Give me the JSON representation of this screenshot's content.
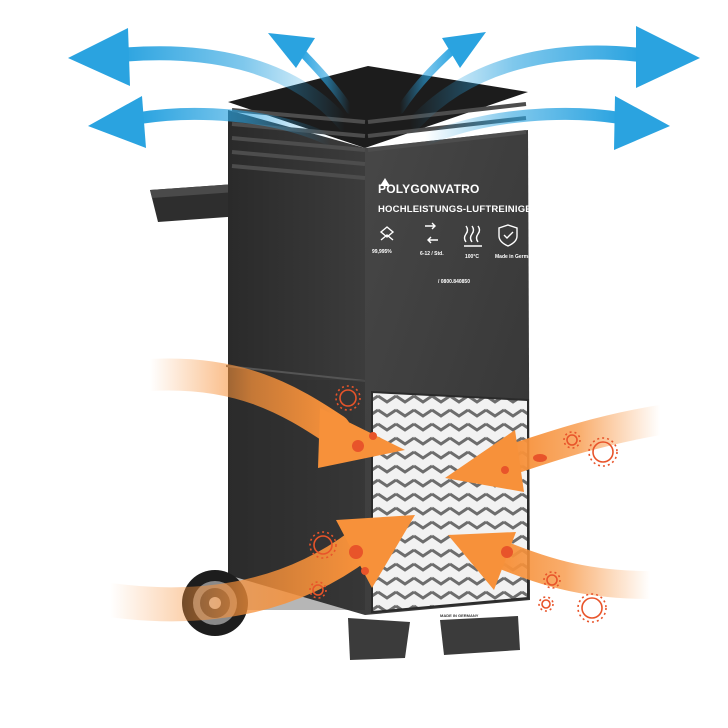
{
  "product": {
    "brand": "POLYGONVATRO",
    "title": "HOCHLEISTUNGS-LUFTREINIGER",
    "features": [
      {
        "icon": "filter-icon",
        "value": "99,995%"
      },
      {
        "icon": "air-exchange-icon",
        "value": "6-12 / Std."
      },
      {
        "icon": "heat-icon",
        "value": "100°C"
      },
      {
        "icon": "shield-check-icon",
        "value": "Made in Germany"
      }
    ],
    "phone": "/ 0800.840850",
    "grille_label": "MADE IN GERMANY"
  },
  "colors": {
    "outflow_arrows": "#2aa3e0",
    "inflow_arrows": "#f7913a",
    "virus": "#e8542a",
    "body": "#3a3a3a",
    "body_dark": "#262626"
  }
}
